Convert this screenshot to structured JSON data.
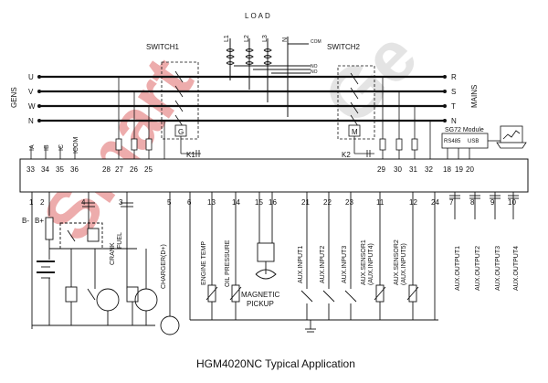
{
  "watermark": {
    "part1": "Smart",
    "part2": "Ge"
  },
  "labels": {
    "load": "LOAD",
    "switch1": "SWITCH1",
    "switch2": "SWITCH2",
    "gens": "GENS",
    "mains": "MAINS",
    "com": "COM",
    "no_a": "NO",
    "no_b": "NO",
    "g_box": "G",
    "m_box": "M",
    "k1": "K1",
    "k2": "K2",
    "sg72": "SG72 Module",
    "rs485": "RS485",
    "usb": "USB",
    "b_minus": "B-",
    "b_plus": "B+",
    "crank": "CRANK",
    "fuel": "FUEL",
    "charger": "CHARGER(D+)",
    "engine_temp": "ENGINE TEMP",
    "oil_pressure": "OIL PRESSURE",
    "magnetic": "MAGNETIC",
    "pickup": "PICKUP",
    "aux_input1": "AUX.INPUT1",
    "aux_input2": "AUX.INPUT2",
    "aux_input3": "AUX.INPUT3",
    "aux_sensor1": "AUX.SENSOR1",
    "aux_input4": "(AUX.INPUT4)",
    "aux_sensor2": "AUX.SENSOR2",
    "aux_input5": "(AUX.INPUT5)",
    "aux_output1": "AUX.OUTPUT1",
    "aux_output2": "AUX.OUTPUT2",
    "aux_output3": "AUX.OUTPUT3",
    "aux_output4": "AUX.OUTPUT4",
    "caption": "HGM4020NC Typical Application"
  },
  "load_lines": [
    "L1",
    "L2",
    "L3",
    "N"
  ],
  "gen_phases": [
    "U",
    "V",
    "W",
    "N"
  ],
  "mains_phases": [
    "R",
    "S",
    "T",
    "N"
  ],
  "top_terms": [
    "IA",
    "IB",
    "IC",
    "ICOM"
  ],
  "terminals_top": [
    "33",
    "34",
    "35",
    "36",
    "28",
    "27",
    "26",
    "25",
    "29",
    "30",
    "31",
    "32",
    "18",
    "19",
    "20"
  ],
  "terminals_bottom": [
    "1",
    "2",
    "4",
    "3",
    "5",
    "6",
    "13",
    "14",
    "15",
    "16",
    "21",
    "22",
    "23",
    "11",
    "12",
    "24",
    "7",
    "8",
    "9",
    "10"
  ]
}
